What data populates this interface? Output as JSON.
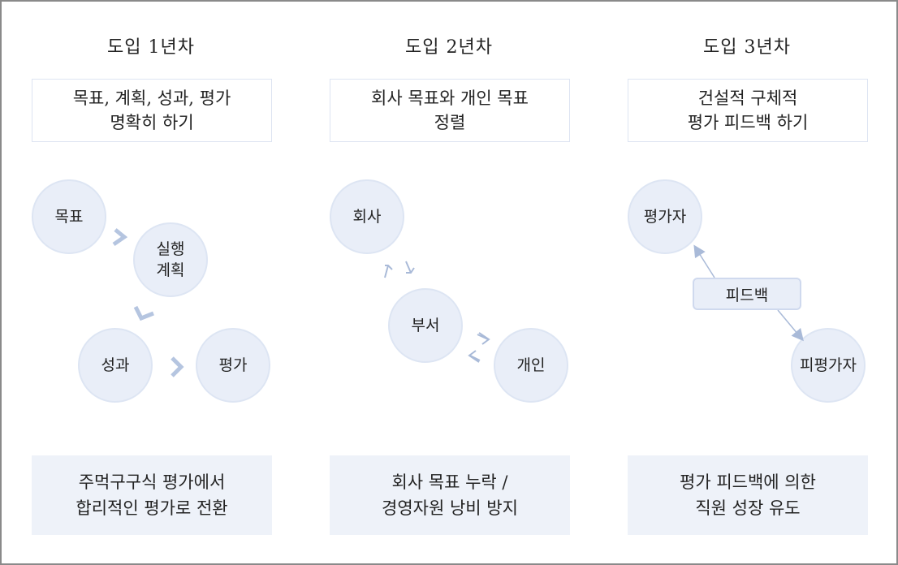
{
  "columns": [
    {
      "title": "도입 1년차",
      "top_box": "목표, 계획, 성과, 평가\n명확히 하기",
      "circles": [
        "목표",
        "실행\n계획",
        "성과",
        "평가"
      ],
      "bottom_box": "주먹구구식 평가에서\n합리적인 평가로 전환"
    },
    {
      "title": "도입 2년차",
      "top_box": "회사 목표와 개인 목표\n정렬",
      "circles": [
        "회사",
        "부서",
        "개인"
      ],
      "bottom_box": "회사 목표 누락 /\n경영자원 낭비 방지"
    },
    {
      "title": "도입 3년차",
      "top_box": "건설적 구체적\n평가 피드백 하기",
      "circles": [
        "평가자",
        "피평가자"
      ],
      "pill": "피드백",
      "bottom_box": "평가 피드백에 의한\n직원 성장 유도"
    }
  ],
  "colors": {
    "circle_fill": "#e9eef8",
    "circle_border": "#dde5f3",
    "arrow": "#a9bad8",
    "box_fill": "#eef2f9",
    "frame": "#8a8a8a"
  }
}
